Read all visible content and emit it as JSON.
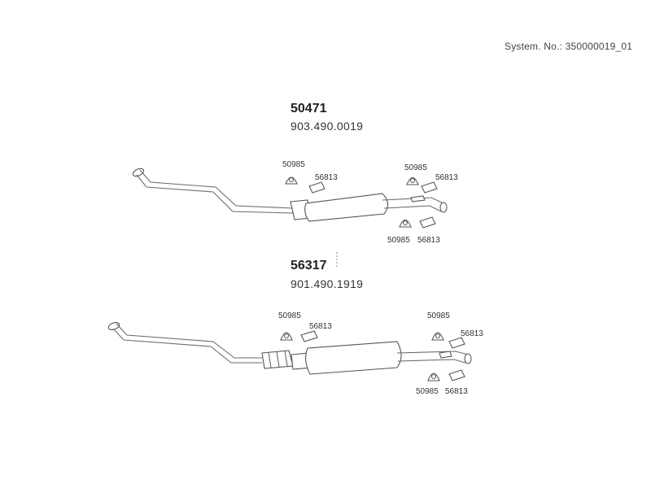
{
  "header": {
    "system_number": "System. No.: 350000019_01"
  },
  "assemblies": [
    {
      "part_number": "50471",
      "oe_number": "903.490.0019",
      "callouts": [
        "50985",
        "56813",
        "50985",
        "56813",
        "50985",
        "56813"
      ]
    },
    {
      "part_number": "56317",
      "oe_number": "901.490.1919",
      "callouts": [
        "50985",
        "56813",
        "50985",
        "56813",
        "50985",
        "56813"
      ]
    }
  ]
}
